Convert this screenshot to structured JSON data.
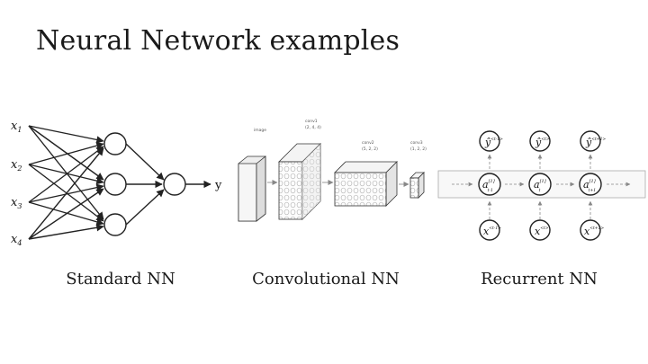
{
  "title": "Neural Network examples",
  "captions": {
    "standard": "Standard NN",
    "convolutional": "Convolutional NN",
    "recurrent": "Recurrent NN"
  },
  "standard_nn": {
    "inputs": [
      "x",
      "x",
      "x",
      "x"
    ],
    "input_subscripts": [
      "1",
      "2",
      "3",
      "4"
    ],
    "output": "y"
  },
  "conv_nn": {
    "layer_labels": [
      "image",
      "conv1",
      "conv2",
      "conv3"
    ],
    "layer_dims": [
      "",
      "(2, 4, 4)",
      "(5, 2, 2)",
      "(1, 2, 2)"
    ]
  },
  "recurrent_nn": {
    "inputs": [
      "x",
      "x",
      "x"
    ],
    "input_superscripts": [
      "<t-1>",
      "<t>",
      "<t+1>"
    ],
    "hidden": [
      "a",
      "a",
      "a"
    ],
    "hidden_superscripts": [
      "[1]",
      "[1]",
      "[1]"
    ],
    "hidden_subscripts": [
      "t-1",
      "t",
      "t+1"
    ],
    "outputs": [
      "ŷ",
      "ŷ",
      "ŷ"
    ],
    "output_superscripts": [
      "<t-1>",
      "<t>",
      "<t+1>"
    ]
  }
}
